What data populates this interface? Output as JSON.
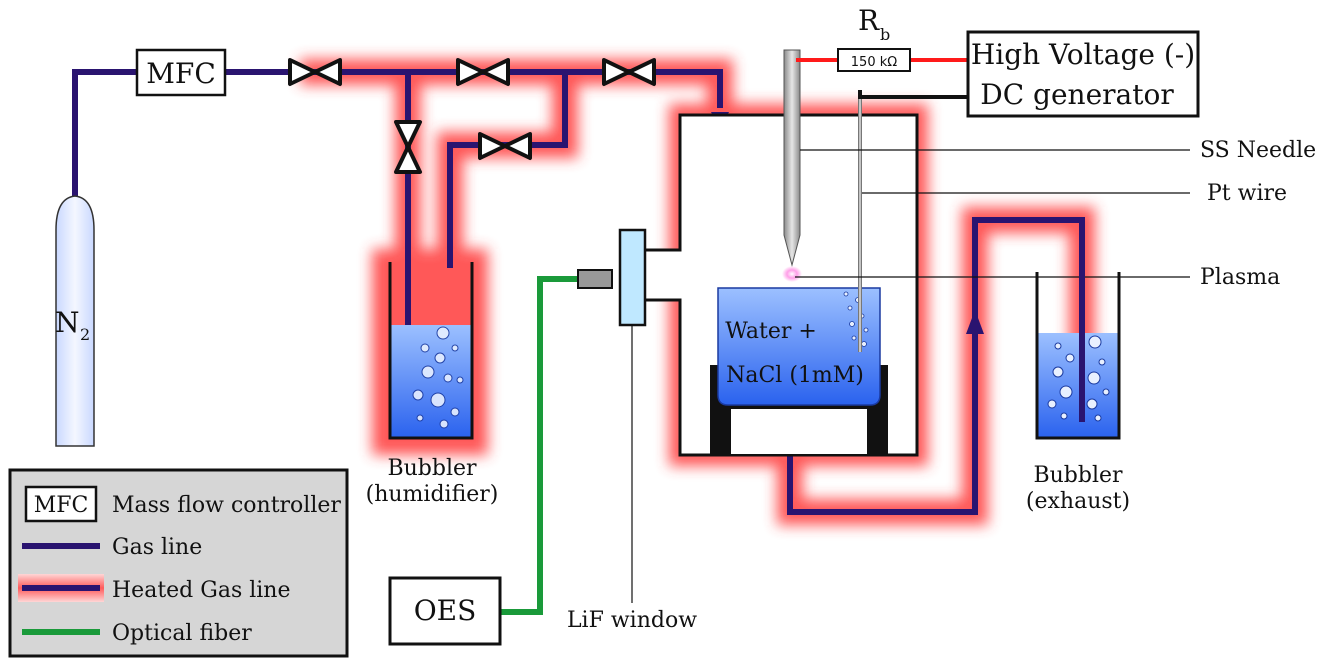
{
  "colors": {
    "gas_line": "#2a1470",
    "heated_glow": "#ff2a2a",
    "fiber": "#1a9a3a",
    "resistor_wire": "#ff1a1a",
    "water_top": "#8fb8ff",
    "water_bottom": "#2f6bf0",
    "cylinder_fill": "#dde8ff",
    "window_fill": "#bfe8ff",
    "legend_bg": "#d6d6d6"
  },
  "labels": {
    "mfc": "MFC",
    "cylinder": "N",
    "cylinder_sub": "2",
    "hv_line1": "High Voltage (-)",
    "hv_line2": "DC generator",
    "resistor_name": "R",
    "resistor_sub": "b",
    "resistor_value": "150 kΩ",
    "ss_needle": "SS Needle",
    "pt_wire": "Pt wire",
    "plasma": "Plasma",
    "water_line1": "Water +",
    "water_line2": "NaCl (1mM)",
    "bubbler_humid_1": "Bubbler",
    "bubbler_humid_2": "(humidifier)",
    "bubbler_exh_1": "Bubbler",
    "bubbler_exh_2": "(exhaust)",
    "oes": "OES",
    "lif_window": "LiF window"
  },
  "legend": {
    "mfc_box": "MFC",
    "mfc_text": "Mass flow controller",
    "gas_line": "Gas line",
    "heated_gas_line": "Heated Gas line",
    "optical_fiber": "Optical fiber"
  }
}
